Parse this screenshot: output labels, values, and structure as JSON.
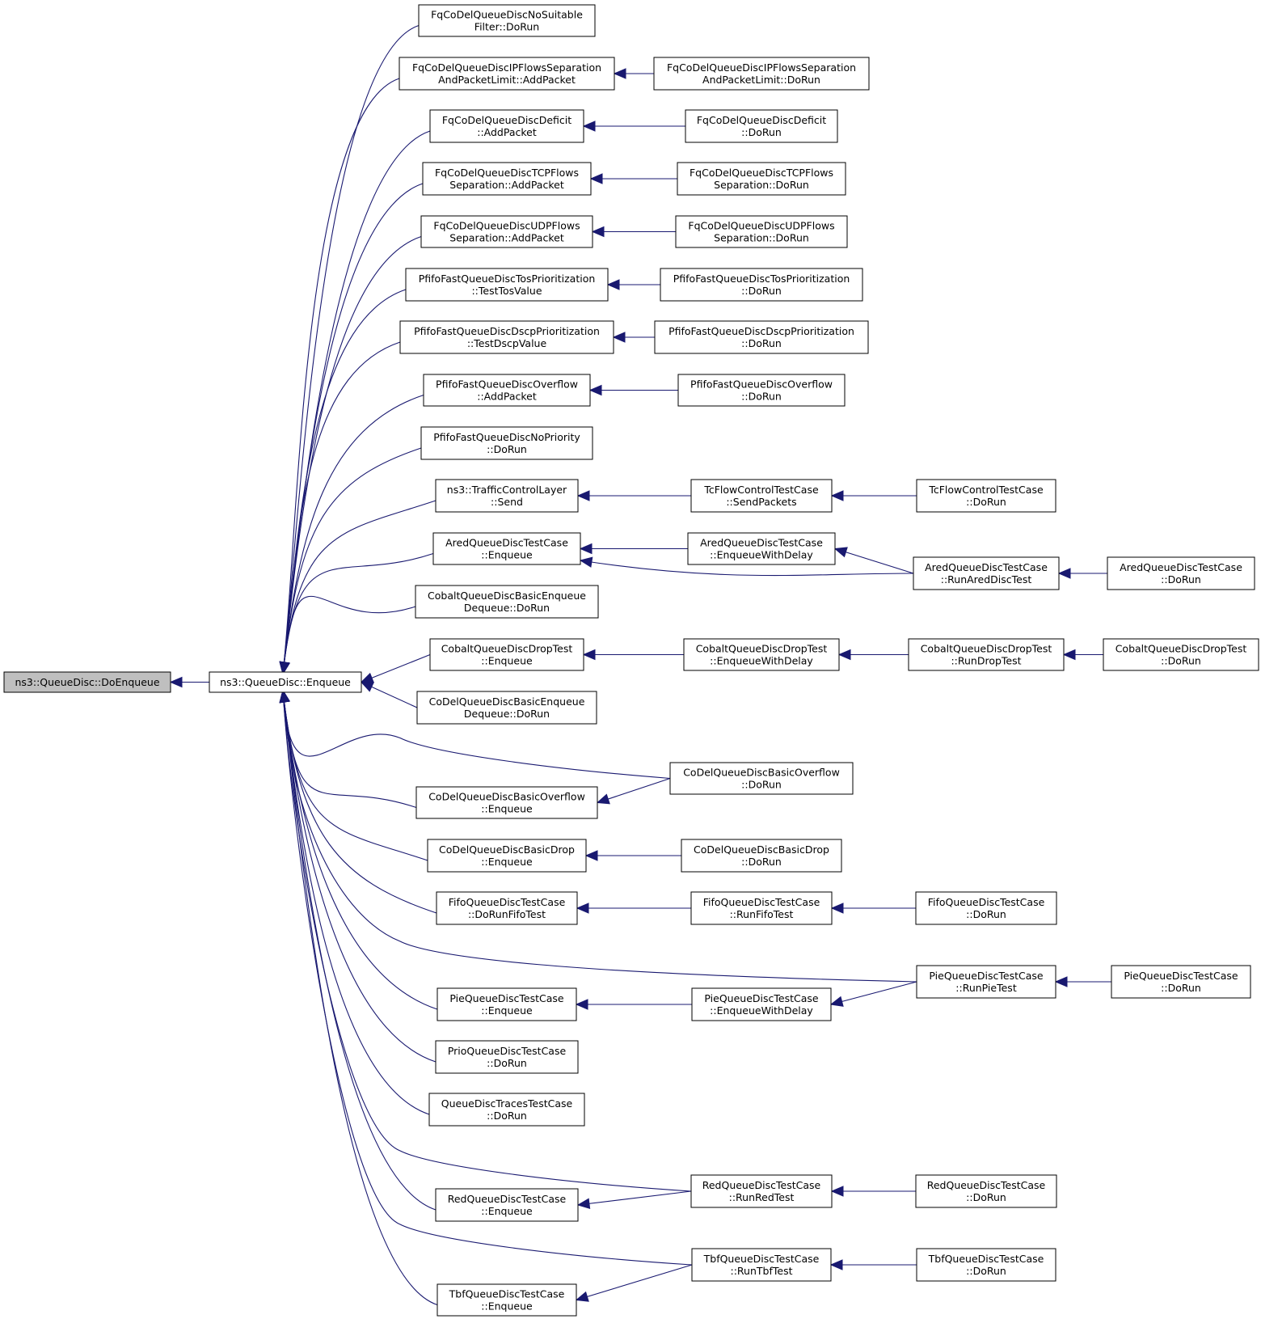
{
  "nodes": {
    "root": {
      "lines": [
        "ns3::QueueDisc::DoEnqueue"
      ],
      "root": true
    },
    "enq": {
      "lines": [
        "ns3::QueueDisc::Enqueue"
      ]
    },
    "a1": {
      "lines": [
        "FqCoDelQueueDiscNoSuitable",
        "Filter::DoRun"
      ]
    },
    "a2": {
      "lines": [
        "FqCoDelQueueDiscIPFlowsSeparation",
        "AndPacketLimit::AddPacket"
      ]
    },
    "b2": {
      "lines": [
        "FqCoDelQueueDiscIPFlowsSeparation",
        "AndPacketLimit::DoRun"
      ]
    },
    "a3": {
      "lines": [
        "FqCoDelQueueDiscDeficit",
        "::AddPacket"
      ]
    },
    "b3": {
      "lines": [
        "FqCoDelQueueDiscDeficit",
        "::DoRun"
      ]
    },
    "a4": {
      "lines": [
        "FqCoDelQueueDiscTCPFlows",
        "Separation::AddPacket"
      ]
    },
    "b4": {
      "lines": [
        "FqCoDelQueueDiscTCPFlows",
        "Separation::DoRun"
      ]
    },
    "a5": {
      "lines": [
        "FqCoDelQueueDiscUDPFlows",
        "Separation::AddPacket"
      ]
    },
    "b5": {
      "lines": [
        "FqCoDelQueueDiscUDPFlows",
        "Separation::DoRun"
      ]
    },
    "a6": {
      "lines": [
        "PfifoFastQueueDiscTosPrioritization",
        "::TestTosValue"
      ]
    },
    "b6": {
      "lines": [
        "PfifoFastQueueDiscTosPrioritization",
        "::DoRun"
      ]
    },
    "a7": {
      "lines": [
        "PfifoFastQueueDiscDscpPrioritization",
        "::TestDscpValue"
      ]
    },
    "b7": {
      "lines": [
        "PfifoFastQueueDiscDscpPrioritization",
        "::DoRun"
      ]
    },
    "a8": {
      "lines": [
        "PfifoFastQueueDiscOverflow",
        "::AddPacket"
      ]
    },
    "b8": {
      "lines": [
        "PfifoFastQueueDiscOverflow",
        "::DoRun"
      ]
    },
    "a9": {
      "lines": [
        "PfifoFastQueueDiscNoPriority",
        "::DoRun"
      ]
    },
    "a10": {
      "lines": [
        "ns3::TrafficControlLayer",
        "::Send"
      ]
    },
    "b10": {
      "lines": [
        "TcFlowControlTestCase",
        "::SendPackets"
      ]
    },
    "c10": {
      "lines": [
        "TcFlowControlTestCase",
        "::DoRun"
      ]
    },
    "a11": {
      "lines": [
        "AredQueueDiscTestCase",
        "::Enqueue"
      ]
    },
    "b11": {
      "lines": [
        "AredQueueDiscTestCase",
        "::EnqueueWithDelay"
      ]
    },
    "c11": {
      "lines": [
        "AredQueueDiscTestCase",
        "::RunAredDiscTest"
      ]
    },
    "d11": {
      "lines": [
        "AredQueueDiscTestCase",
        "::DoRun"
      ]
    },
    "a12": {
      "lines": [
        "CobaltQueueDiscBasicEnqueue",
        "Dequeue::DoRun"
      ]
    },
    "a13": {
      "lines": [
        "CobaltQueueDiscDropTest",
        "::Enqueue"
      ]
    },
    "b13": {
      "lines": [
        "CobaltQueueDiscDropTest",
        "::EnqueueWithDelay"
      ]
    },
    "c13": {
      "lines": [
        "CobaltQueueDiscDropTest",
        "::RunDropTest"
      ]
    },
    "d13": {
      "lines": [
        "CobaltQueueDiscDropTest",
        "::DoRun"
      ]
    },
    "a14": {
      "lines": [
        "CoDelQueueDiscBasicEnqueue",
        "Dequeue::DoRun"
      ]
    },
    "b15": {
      "lines": [
        "CoDelQueueDiscBasicOverflow",
        "::DoRun"
      ]
    },
    "a16": {
      "lines": [
        "CoDelQueueDiscBasicOverflow",
        "::Enqueue"
      ]
    },
    "a17": {
      "lines": [
        "CoDelQueueDiscBasicDrop",
        "::Enqueue"
      ]
    },
    "b17": {
      "lines": [
        "CoDelQueueDiscBasicDrop",
        "::DoRun"
      ]
    },
    "a18": {
      "lines": [
        "FifoQueueDiscTestCase",
        "::DoRunFifoTest"
      ]
    },
    "b18": {
      "lines": [
        "FifoQueueDiscTestCase",
        "::RunFifoTest"
      ]
    },
    "c18": {
      "lines": [
        "FifoQueueDiscTestCase",
        "::DoRun"
      ]
    },
    "c19": {
      "lines": [
        "PieQueueDiscTestCase",
        "::RunPieTest"
      ]
    },
    "d19": {
      "lines": [
        "PieQueueDiscTestCase",
        "::DoRun"
      ]
    },
    "a20": {
      "lines": [
        "PieQueueDiscTestCase",
        "::Enqueue"
      ]
    },
    "b20": {
      "lines": [
        "PieQueueDiscTestCase",
        "::EnqueueWithDelay"
      ]
    },
    "a21": {
      "lines": [
        "PrioQueueDiscTestCase",
        "::DoRun"
      ]
    },
    "a22": {
      "lines": [
        "QueueDiscTracesTestCase",
        "::DoRun"
      ]
    },
    "b23": {
      "lines": [
        "RedQueueDiscTestCase",
        "::RunRedTest"
      ]
    },
    "c23": {
      "lines": [
        "RedQueueDiscTestCase",
        "::DoRun"
      ]
    },
    "a24": {
      "lines": [
        "RedQueueDiscTestCase",
        "::Enqueue"
      ]
    },
    "b25": {
      "lines": [
        "TbfQueueDiscTestCase",
        "::RunTbfTest"
      ]
    },
    "c25": {
      "lines": [
        "TbfQueueDiscTestCase",
        "::DoRun"
      ]
    },
    "a26": {
      "lines": [
        "TbfQueueDiscTestCase",
        "::Enqueue"
      ]
    }
  },
  "edges": [
    [
      "enq",
      "root"
    ],
    [
      "a1",
      "enq"
    ],
    [
      "a2",
      "enq"
    ],
    [
      "a3",
      "enq"
    ],
    [
      "a4",
      "enq"
    ],
    [
      "a5",
      "enq"
    ],
    [
      "a6",
      "enq"
    ],
    [
      "a7",
      "enq"
    ],
    [
      "a8",
      "enq"
    ],
    [
      "a9",
      "enq"
    ],
    [
      "a10",
      "enq"
    ],
    [
      "a11",
      "enq"
    ],
    [
      "a12",
      "enq"
    ],
    [
      "a13",
      "enq"
    ],
    [
      "a14",
      "enq"
    ],
    [
      "b15",
      "enq"
    ],
    [
      "a16",
      "enq"
    ],
    [
      "a17",
      "enq"
    ],
    [
      "a18",
      "enq"
    ],
    [
      "c19",
      "enq"
    ],
    [
      "a20",
      "enq"
    ],
    [
      "a21",
      "enq"
    ],
    [
      "a22",
      "enq"
    ],
    [
      "b23",
      "enq"
    ],
    [
      "a24",
      "enq"
    ],
    [
      "b25",
      "enq"
    ],
    [
      "a26",
      "enq"
    ],
    [
      "b2",
      "a2"
    ],
    [
      "b3",
      "a3"
    ],
    [
      "b4",
      "a4"
    ],
    [
      "b5",
      "a5"
    ],
    [
      "b6",
      "a6"
    ],
    [
      "b7",
      "a7"
    ],
    [
      "b8",
      "a8"
    ],
    [
      "b10",
      "a10"
    ],
    [
      "c10",
      "b10"
    ],
    [
      "b11",
      "a11"
    ],
    [
      "c11",
      "a11"
    ],
    [
      "c11",
      "b11"
    ],
    [
      "d11",
      "c11"
    ],
    [
      "b13",
      "a13"
    ],
    [
      "c13",
      "b13"
    ],
    [
      "d13",
      "c13"
    ],
    [
      "b15",
      "a16"
    ],
    [
      "b17",
      "a17"
    ],
    [
      "b18",
      "a18"
    ],
    [
      "c18",
      "b18"
    ],
    [
      "d19",
      "c19"
    ],
    [
      "c19",
      "b20"
    ],
    [
      "b20",
      "a20"
    ],
    [
      "b23",
      "a24"
    ],
    [
      "c23",
      "b23"
    ],
    [
      "b25",
      "a26"
    ],
    [
      "c25",
      "b25"
    ]
  ]
}
